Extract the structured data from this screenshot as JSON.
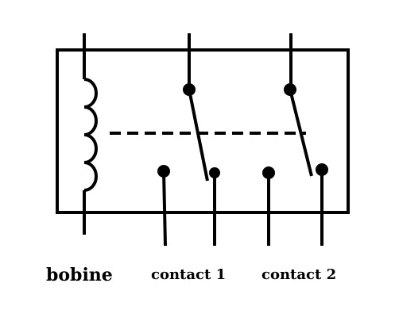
{
  "labels": {
    "bobine": "bobine",
    "contact1": "contact 1",
    "contact2": "contact 2"
  },
  "colors": {
    "ink": "#000000",
    "background": "#ffffff"
  }
}
